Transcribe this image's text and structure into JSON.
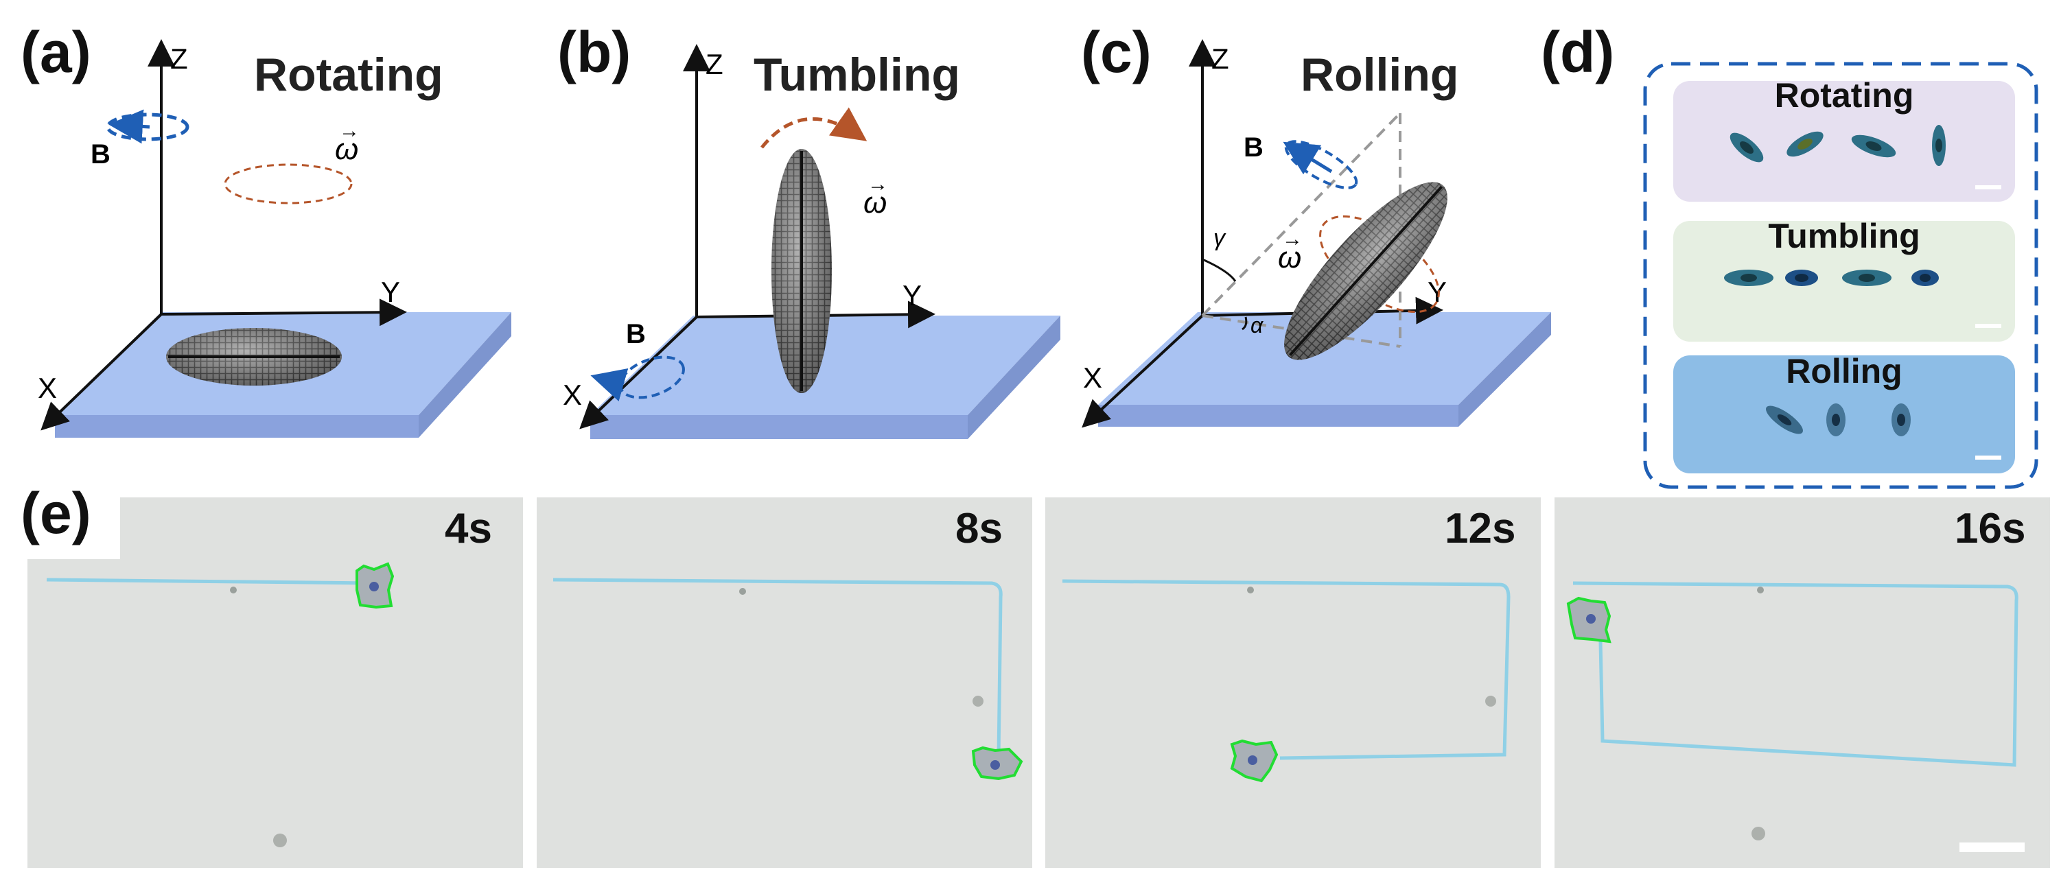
{
  "panels": {
    "a": {
      "letter": "(a)",
      "title": "Rotating"
    },
    "b": {
      "letter": "(b)",
      "title": "Tumbling"
    },
    "c": {
      "letter": "(c)",
      "title": "Rolling"
    },
    "d": {
      "letter": "(d)",
      "items": [
        "Rotating",
        "Tumbling",
        "Rolling"
      ]
    },
    "e": {
      "letter": "(e)",
      "times": [
        "4s",
        "8s",
        "12s",
        "16s"
      ]
    }
  },
  "axis_labels": {
    "x": "X",
    "y": "Y",
    "z": "Z",
    "field": "B",
    "omega": "ω",
    "gamma": "γ",
    "alpha": "α"
  },
  "colors": {
    "platform_top": "#a9c2f2",
    "platform_side": "#8aa2dd",
    "field_blue": "#1f5fb5",
    "omega_red": "#b5552a",
    "rotating_bg": "#e6e0f0",
    "tumbling_bg": "#e6efe2",
    "rolling_bg": "#8dbde6",
    "microscope_bg": "#dfe1df",
    "track": "#8fd0e6",
    "outline": "#22dd33"
  }
}
